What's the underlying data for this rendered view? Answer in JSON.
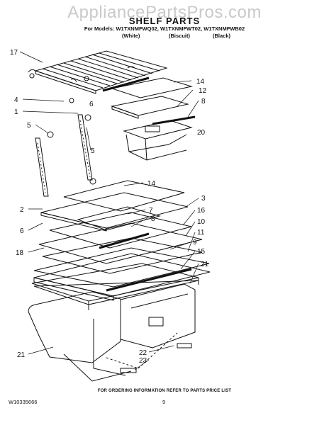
{
  "watermark": "AppliancePartsPros.com",
  "title": "SHELF PARTS",
  "models": "For Models: W1TXNMFWQ02, W1TXNMFWT02, W1TXNMFWB02",
  "colors": [
    "(White)",
    "(Biscuit)",
    "(Black)"
  ],
  "callouts": [
    "17",
    "4",
    "6",
    "1",
    "5",
    "5",
    "14",
    "12",
    "8",
    "20",
    "14",
    "3",
    "7",
    "16",
    "8",
    "10",
    "11",
    "9",
    "15",
    "21",
    "2",
    "6",
    "18",
    "21",
    "22",
    "23"
  ],
  "footer": {
    "note": "FOR ORDERING INFORMATION REFER TO PARTS PRICE LIST",
    "doc_number": "W10335666",
    "page": "9"
  }
}
